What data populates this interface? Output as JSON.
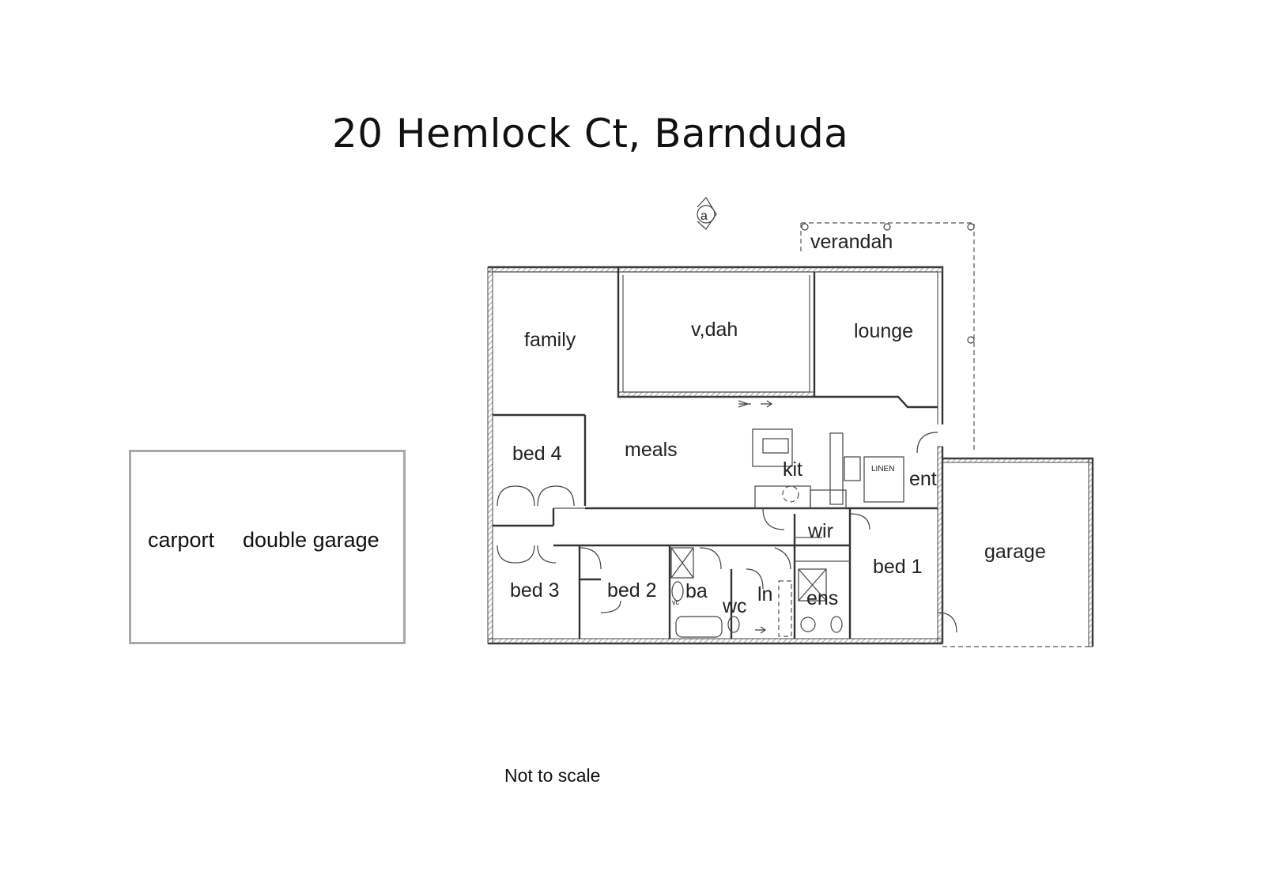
{
  "title": "20 Hemlock Ct, Barnduda",
  "note": "Not to scale",
  "outbuilding": {
    "label_left": "carport",
    "label_right": "double garage"
  },
  "rooms": {
    "verandah": "verandah",
    "family": "family",
    "vdah": "v,dah",
    "lounge": "lounge",
    "bed4": "bed 4",
    "meals": "meals",
    "kit": "kit",
    "linen": "LINEN",
    "ent": "ent",
    "wir": "wir",
    "bed3": "bed 3",
    "bed2": "bed 2",
    "vc": "vc",
    "ba": "ba",
    "wc": "wc",
    "ln": "ln",
    "ens": "ens",
    "bed1": "bed 1",
    "garage": "garage"
  },
  "north_marker": "a"
}
